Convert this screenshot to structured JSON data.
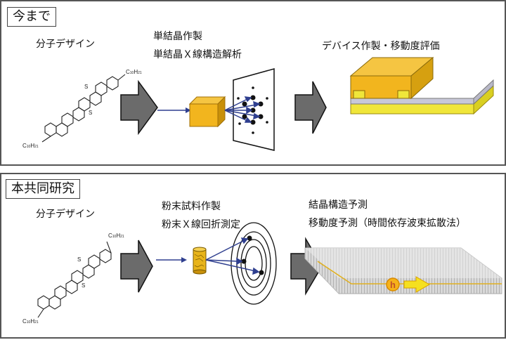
{
  "top_panel": {
    "tag": "今まで",
    "step1_label": "分子デザイン",
    "step2_line1": "単結晶作製",
    "step2_line2": "単結晶Ｘ線構造解析",
    "step3_label": "デバイス作製・移動度評価",
    "molecule": {
      "sulfur_label": "S",
      "alkyl_top": "C10H21",
      "alkyl_bottom": "C10H21"
    }
  },
  "bottom_panel": {
    "tag": "本共同研究",
    "step1_label": "分子デザイン",
    "step2_line1": "粉末試料作製",
    "step2_line2": "粉末Ｘ線回折測定",
    "step3_line1": "結晶構造予測",
    "step3_line2": "移動度予測（時間依存波束拡散法）",
    "hole_symbol": "h",
    "molecule": {
      "sulfur_label": "S",
      "alkyl_top": "C10H21",
      "alkyl_bottom": "C10H21"
    }
  },
  "colors": {
    "frame": "#555555",
    "process_arrow_fill": "#6b6b6b",
    "beam_arrow": "#2f3f8f",
    "crystal_gold": "#f2b51e",
    "crystal_gold_dark": "#c8900a",
    "device_yellow": "#f0e63a",
    "device_gray": "#c8c8d8",
    "hole_orange": "#f6b21a"
  }
}
